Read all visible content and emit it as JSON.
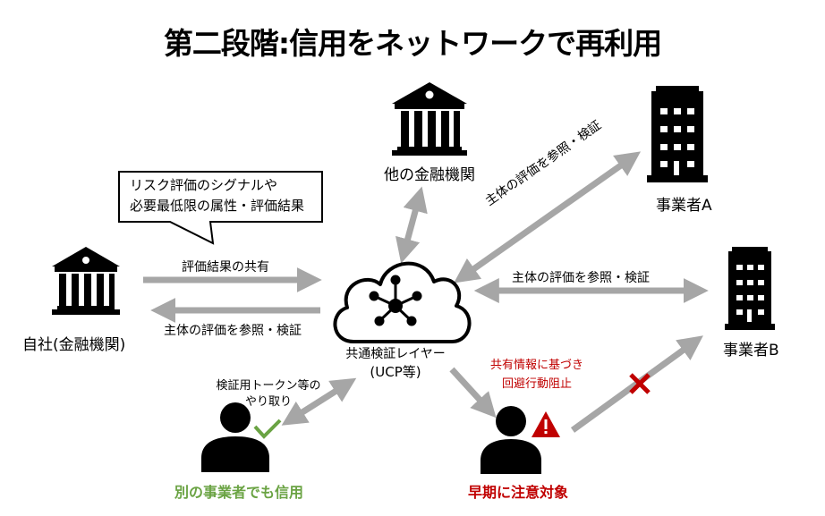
{
  "title": "第二段階:信用をネットワークで再利用",
  "callout": {
    "line1": "リスク評価のシグナルや",
    "line2": "必要最低限の属性・評価結果"
  },
  "nodes": {
    "own_institution": {
      "label": "自社(金融機関)",
      "icon": "bank-icon"
    },
    "other_institution": {
      "label": "他の金融機関",
      "icon": "bank-icon"
    },
    "business_a": {
      "label": "事業者A",
      "icon": "office-building-icon"
    },
    "business_b": {
      "label": "事業者B",
      "icon": "office-building-icon"
    },
    "ucp": {
      "label_line1": "共通検証レイヤー",
      "label_line2": "(UCP等)",
      "icon": "cloud-network-icon"
    },
    "trusted_user": {
      "label": "別の事業者でも信用",
      "icon": "person-icon",
      "badge": "check-icon"
    },
    "flagged_user": {
      "label": "早期に注意対象",
      "icon": "person-icon",
      "badge": "warning-icon"
    }
  },
  "arrows": {
    "share_results": "評価結果の共有",
    "reference_verify_left": "主体の評価を参照・検証",
    "reference_verify_diag": "主体の評価を参照・検証",
    "reference_verify_right": "主体の評価を参照・検証",
    "token_exchange_line1": "検証用トークン等の",
    "token_exchange_line2": "やり取り",
    "block_line1": "共有情報に基づき",
    "block_line2": "回避行動阻止"
  },
  "colors": {
    "arrow": "#a6a6a6",
    "trusted": "#6aa343",
    "alert": "#c00000",
    "icon": "#000000"
  }
}
